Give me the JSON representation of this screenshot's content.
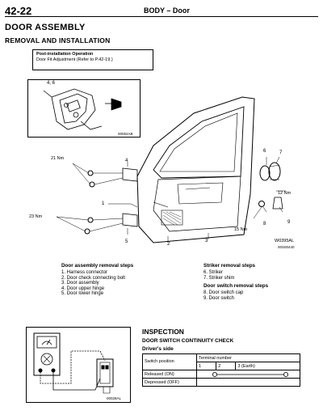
{
  "header": {
    "page_number": "42-22",
    "section": "BODY – Door"
  },
  "title": "DOOR ASSEMBLY",
  "subtitle": "REMOVAL AND INSTALLATION",
  "post_install": {
    "heading": "Post-installation Operation",
    "item": "Door Fit Adjustment (Refer to P.42-19.)"
  },
  "diagram": {
    "hinge_callout": "4, 6",
    "hinge_code": "00052AB",
    "torque_left_top": "21 Nm",
    "torque_left_bottom": "23 Nm",
    "torque_right": "12 Nm",
    "torque_bottom": "15 Nm",
    "callouts": [
      "4",
      "1",
      "5",
      "2",
      "3",
      "6",
      "7",
      "8",
      "9"
    ],
    "fig_code": "W0395AL",
    "fig_subcode": "00S00440"
  },
  "door_removal": {
    "heading": "Door assembly removal steps",
    "steps": [
      "1. Harness connector",
      "2. Door check connecting bolt",
      "3. Door assembly",
      "4. Door upper hinge",
      "5. Door lower hinge"
    ]
  },
  "striker_removal": {
    "heading": "Striker removal steps",
    "steps": [
      "6. Striker",
      "7. Striker shim"
    ]
  },
  "switch_removal": {
    "heading": "Door switch removal steps",
    "steps": [
      "8. Door switch cap",
      "9. Door switch"
    ]
  },
  "inspection": {
    "title": "INSPECTION",
    "check_title": "DOOR SWITCH CONTINUITY CHECK",
    "side": "Driver's side",
    "meter_code": "00028AL",
    "table": {
      "col_switch": "Switch position",
      "col_terminal": "Terminal number",
      "terminals": [
        "1",
        "2",
        "3 (Earth)"
      ],
      "rows": [
        {
          "label": "Released (ON)",
          "continuity": true
        },
        {
          "label": "Depressed (OFF)",
          "continuity": false
        }
      ]
    }
  }
}
